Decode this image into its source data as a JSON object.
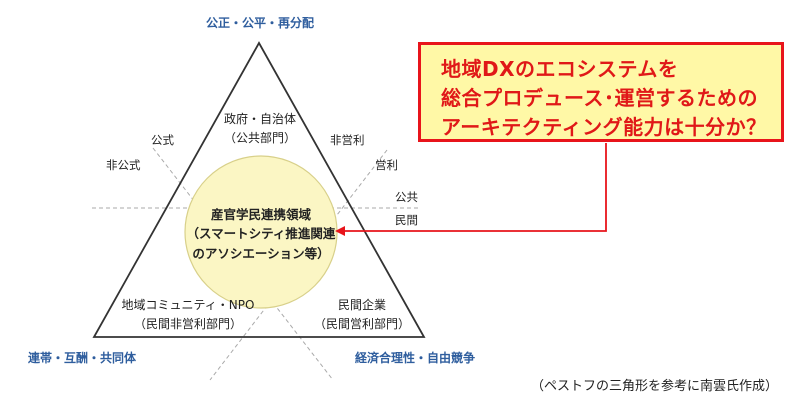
{
  "corners": {
    "top": "公正・公平・再分配",
    "bottom_left": "連帯・互酬・共同体",
    "bottom_right": "経済合理性・自由競争"
  },
  "axis_labels": {
    "formal": "公式",
    "informal": "非公式",
    "nonprofit": "非営利",
    "profit": "営利",
    "public": "公共",
    "private": "民間"
  },
  "sectors": {
    "government": {
      "name": "政府・自治体",
      "sub": "（公共部門）"
    },
    "community": {
      "name": "地域コミュニティ・NPO",
      "sub": "（民間非営利部門）"
    },
    "business": {
      "name": "民間企業",
      "sub": "（民間営利部門）"
    }
  },
  "center": {
    "line1": "産官学民連携領域",
    "line2": "（スマートシティ推進関連",
    "line3": "のアソシエーション等）"
  },
  "callout": {
    "line1": "地域DXのエコシステムを",
    "line2": "総合プロデュース･運営するための",
    "line3": "アーキテクティング能力は十分か？"
  },
  "credit": "（ペストフの三角形を参考に南雲氏作成）",
  "colors": {
    "corner_text": "#2f5e9e",
    "callout_text": "#e01818",
    "callout_border": "#e8141b",
    "callout_bg": "#fff8a6",
    "circle_fill": "#fbf6c4",
    "circle_stroke": "#d8d08a"
  }
}
